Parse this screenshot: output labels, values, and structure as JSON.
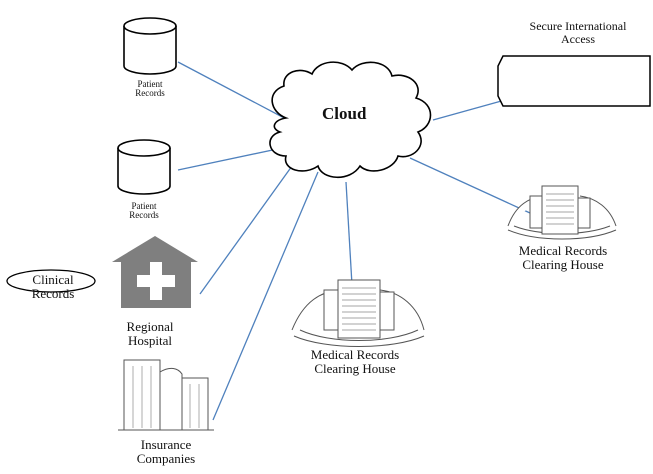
{
  "diagram": {
    "cloud_label": "Cloud",
    "nodes": {
      "patient_records_1": {
        "line1": "Patient",
        "line2": "Records"
      },
      "patient_records_2": {
        "line1": "Patient",
        "line2": "Records"
      },
      "secure_access": {
        "line1": "Secure International",
        "line2": "Access"
      },
      "clinical_records": {
        "line1": "Clinical",
        "line2": "Records"
      },
      "regional_hospital": {
        "line1": "Regional",
        "line2": "Hospital"
      },
      "insurance": {
        "line1": "Insurance",
        "line2": "Companies"
      },
      "clearing_house_center": {
        "line1": "Medical Records",
        "line2": "Clearing House"
      },
      "clearing_house_right": {
        "line1": "Medical Records",
        "line2": "Clearing House"
      }
    },
    "colors": {
      "connector": "#4f81bd",
      "outline": "#000000",
      "hospital": "#7f7f7f",
      "building_line": "#555555"
    }
  }
}
